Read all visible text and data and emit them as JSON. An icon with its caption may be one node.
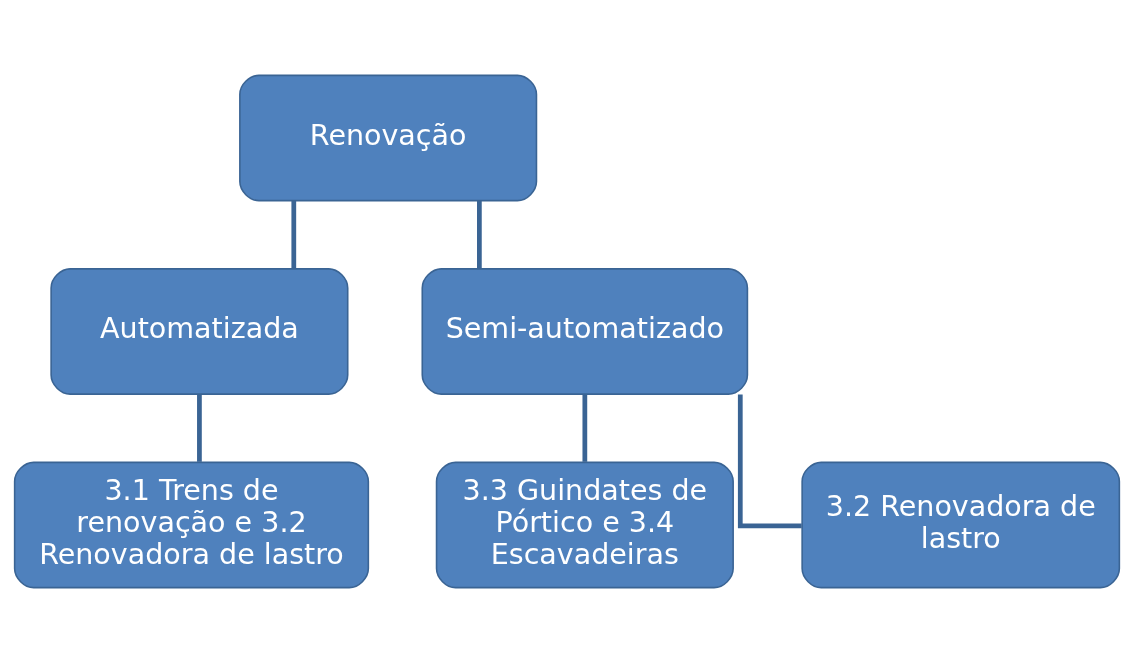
{
  "diagram": {
    "nodes": [
      {
        "text": [
          "Renovação"
        ]
      },
      {
        "text": [
          "Automatizada"
        ]
      },
      {
        "text": [
          "Semi-automatizado"
        ]
      },
      {
        "text": [
          "3.1 Trens de renovação e 3.2 Renovadora de lastro"
        ]
      },
      {
        "text": [
          "3.3 Guindates de Pórtico e 3.4 Escavadeiras"
        ]
      },
      {
        "text": [
          "3.2 Renovadora de lastro"
        ]
      }
    ],
    "edges": [
      {
        "from": 0,
        "to": 1,
        "arrow": "none"
      },
      {
        "from": 0,
        "to": 2,
        "arrow": "none"
      },
      {
        "from": 1,
        "to": 3,
        "arrow": "none"
      },
      {
        "from": 2,
        "to": 4,
        "arrow": "none"
      },
      {
        "from": 2,
        "to": 5,
        "arrow": "none"
      }
    ]
  }
}
